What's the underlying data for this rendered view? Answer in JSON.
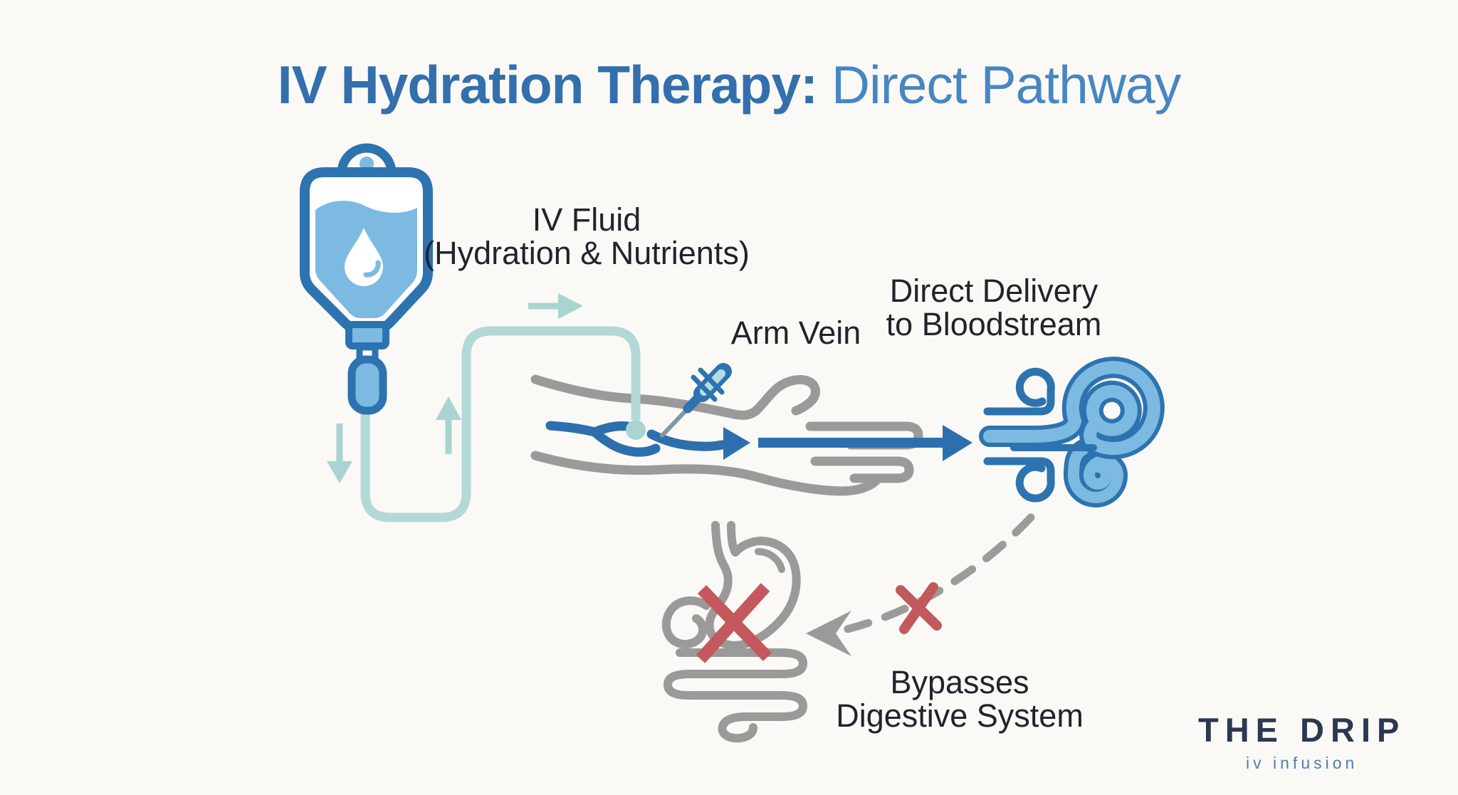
{
  "title": {
    "strong": "IV Hydration Therapy:",
    "light": " Direct Pathway"
  },
  "labels": {
    "iv_fluid_line1": "IV Fluid",
    "iv_fluid_line2": "(Hydration & Nutrients)",
    "arm_vein": "Arm Vein",
    "direct_line1": "Direct Delivery",
    "direct_line2": "to Bloodstream",
    "bypass_line1": "Bypasses",
    "bypass_line2": "Digestive System"
  },
  "logo": {
    "name": "THE DRIP",
    "tagline": "iv infusion"
  },
  "colors": {
    "accent_blue": "#2d73b0",
    "light_blue": "#7cbae1",
    "tube_teal": "#b2d9d8",
    "arm_gray": "#9a9a9b",
    "error_red": "#c05a5c",
    "text_dark": "#20242c",
    "title_blue": "#336fad",
    "logo_navy": "#2b3850"
  }
}
